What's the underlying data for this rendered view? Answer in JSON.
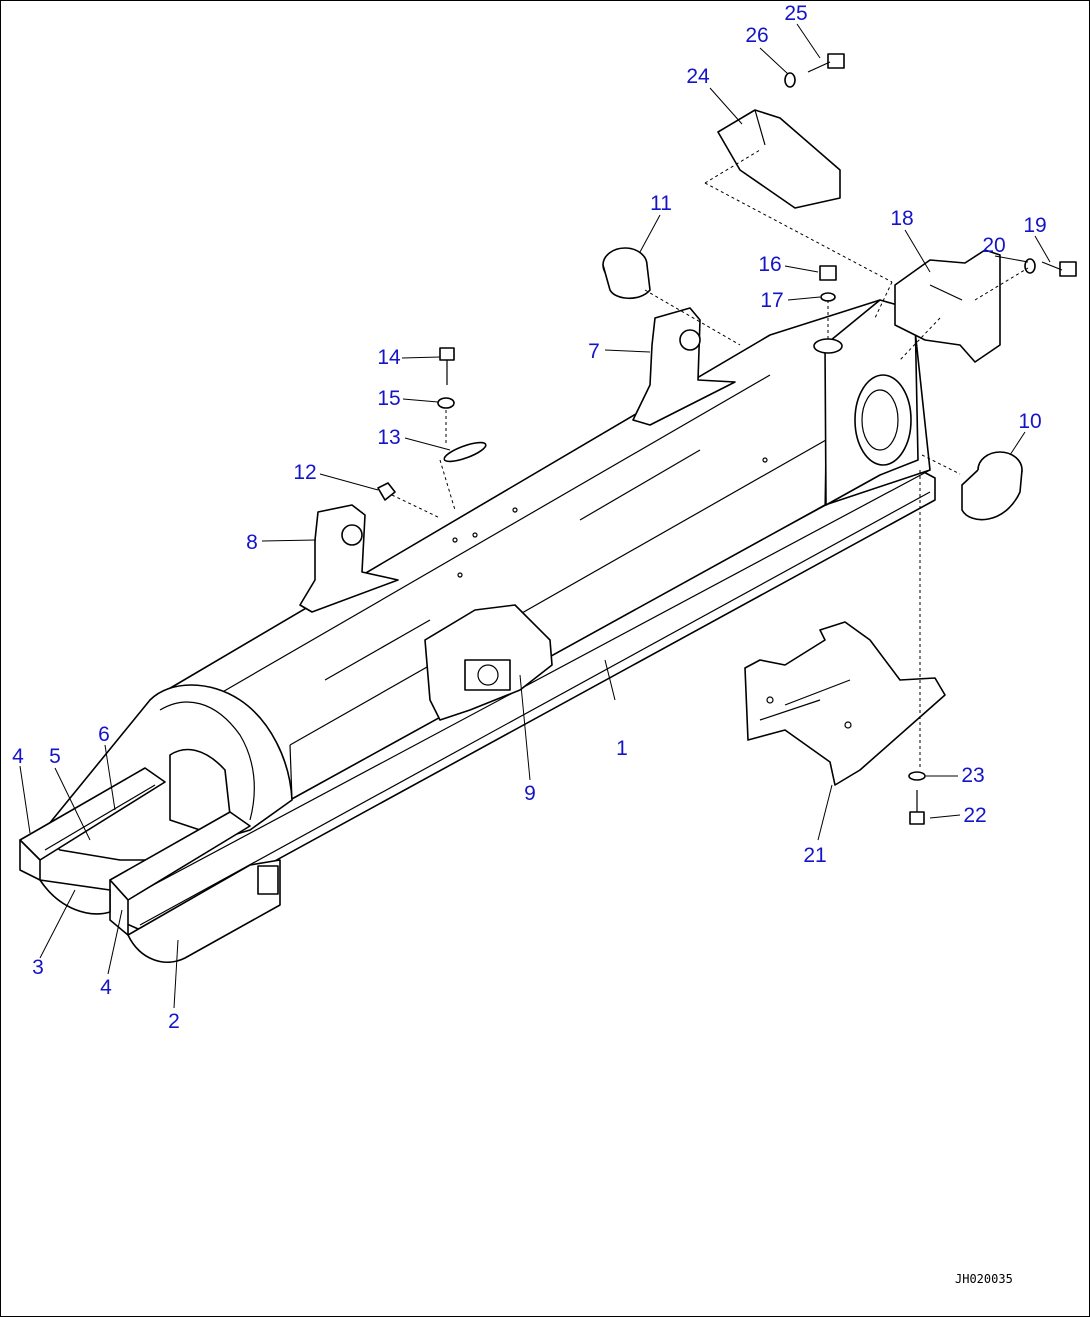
{
  "diagram": {
    "figure_code": "JH020035",
    "callouts": [
      {
        "id": "c1",
        "label": "1"
      },
      {
        "id": "c2",
        "label": "2"
      },
      {
        "id": "c3",
        "label": "3"
      },
      {
        "id": "c4a",
        "label": "4"
      },
      {
        "id": "c4b",
        "label": "4"
      },
      {
        "id": "c5",
        "label": "5"
      },
      {
        "id": "c6",
        "label": "6"
      },
      {
        "id": "c7",
        "label": "7"
      },
      {
        "id": "c8",
        "label": "8"
      },
      {
        "id": "c9",
        "label": "9"
      },
      {
        "id": "c10",
        "label": "10"
      },
      {
        "id": "c11",
        "label": "11"
      },
      {
        "id": "c12",
        "label": "12"
      },
      {
        "id": "c13",
        "label": "13"
      },
      {
        "id": "c14",
        "label": "14"
      },
      {
        "id": "c15",
        "label": "15"
      },
      {
        "id": "c16",
        "label": "16"
      },
      {
        "id": "c17",
        "label": "17"
      },
      {
        "id": "c18",
        "label": "18"
      },
      {
        "id": "c19",
        "label": "19"
      },
      {
        "id": "c20",
        "label": "20"
      },
      {
        "id": "c21",
        "label": "21"
      },
      {
        "id": "c22",
        "label": "22"
      },
      {
        "id": "c23",
        "label": "23"
      },
      {
        "id": "c24",
        "label": "24"
      },
      {
        "id": "c25",
        "label": "25"
      },
      {
        "id": "c26",
        "label": "26"
      }
    ],
    "colors": {
      "callout": "#1414c8",
      "line": "#000000",
      "background": "#ffffff"
    }
  }
}
